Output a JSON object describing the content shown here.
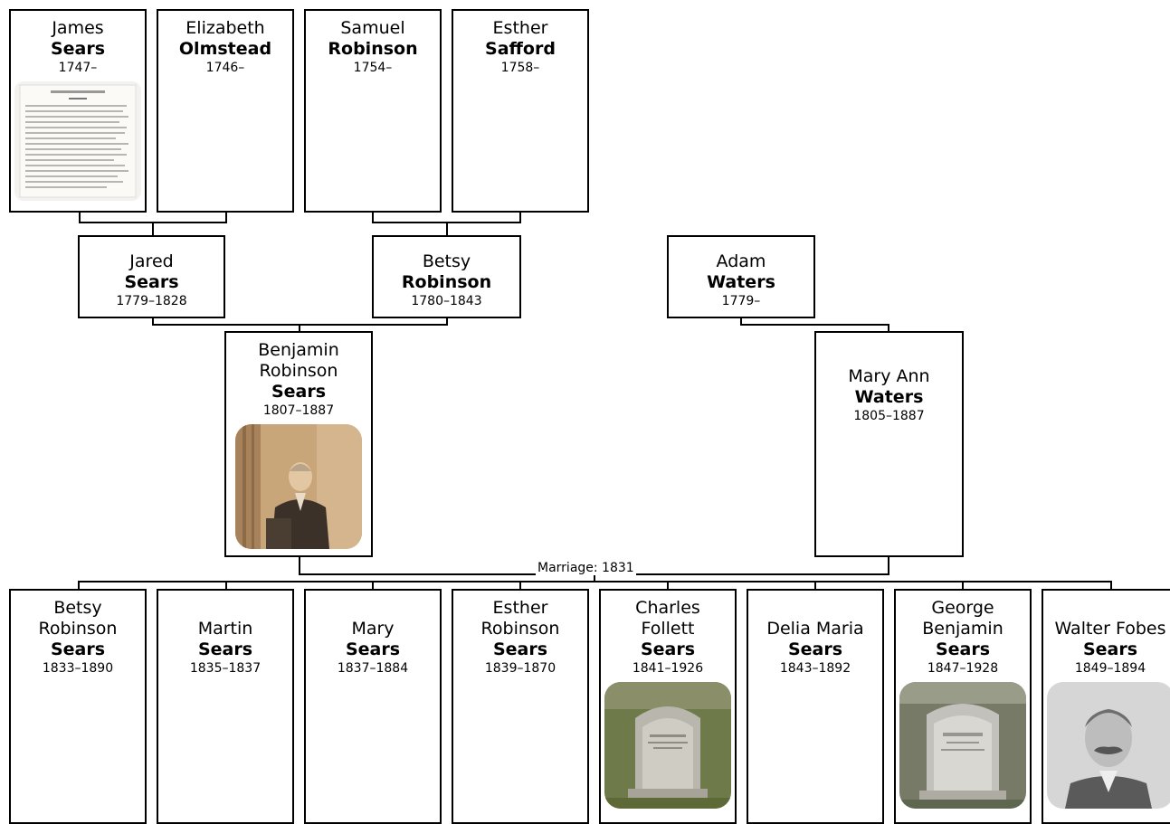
{
  "people": {
    "james": {
      "given": "James",
      "surname": "Sears",
      "dates": "1747–"
    },
    "elizabeth": {
      "given": "Elizabeth",
      "surname": "Olmstead",
      "dates": "1746–"
    },
    "samuel": {
      "given": "Samuel",
      "surname": "Robinson",
      "dates": "1754–"
    },
    "esther_s": {
      "given": "Esther",
      "surname": "Safford",
      "dates": "1758–"
    },
    "jared": {
      "given": "Jared",
      "surname": "Sears",
      "dates": "1779–1828"
    },
    "betsy_r": {
      "given": "Betsy",
      "surname": "Robinson",
      "dates": "1780–1843"
    },
    "adam": {
      "given": "Adam",
      "surname": "Waters",
      "dates": "1779–"
    },
    "benjamin": {
      "given1": "Benjamin",
      "given2": "Robinson",
      "surname": "Sears",
      "dates": "1807–1887"
    },
    "maryann": {
      "given": "Mary Ann",
      "surname": "Waters",
      "dates": "1805–1887"
    },
    "c1": {
      "given1": "Betsy",
      "given2": "Robinson",
      "surname": "Sears",
      "dates": "1833–1890"
    },
    "c2": {
      "given": "Martin",
      "surname": "Sears",
      "dates": "1835–1837"
    },
    "c3": {
      "given": "Mary",
      "surname": "Sears",
      "dates": "1837–1884"
    },
    "c4": {
      "given1": "Esther",
      "given2": "Robinson",
      "surname": "Sears",
      "dates": "1839–1870"
    },
    "c5": {
      "given1": "Charles",
      "given2": "Follett",
      "surname": "Sears",
      "dates": "1841–1926"
    },
    "c6": {
      "given": "Delia Maria",
      "surname": "Sears",
      "dates": "1843–1892"
    },
    "c7": {
      "given1": "George",
      "given2": "Benjamin",
      "surname": "Sears",
      "dates": "1847–1928"
    },
    "c8": {
      "given": "Walter Fobes",
      "surname": "Sears",
      "dates": "1849–1894"
    }
  },
  "marriage_label": "Marriage: 1831"
}
